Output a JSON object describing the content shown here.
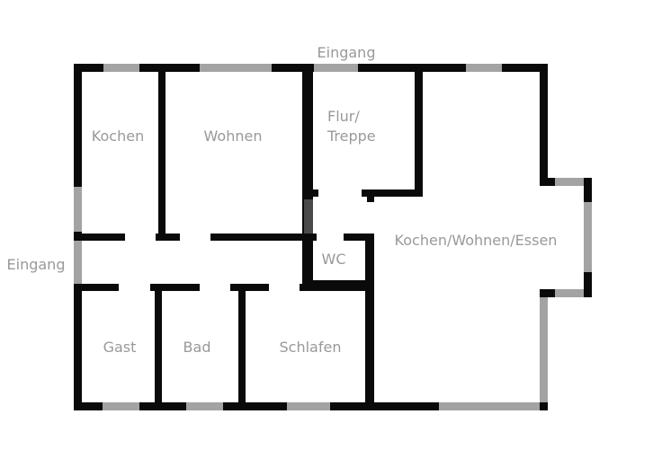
{
  "colors": {
    "wall": "#0a0a0a",
    "window": "#a3a3a3",
    "label": "#999999",
    "background": "#ffffff"
  },
  "entrances": {
    "top": "Eingang",
    "left": "Eingang"
  },
  "rooms": {
    "kochen": "Kochen",
    "wohnen": "Wohnen",
    "flur_line1": "Flur/",
    "flur_line2": "Treppe",
    "wc": "WC",
    "kochen_wohnen_essen": "Kochen/Wohnen/Essen",
    "gast": "Gast",
    "bad": "Bad",
    "schlafen": "Schlafen"
  }
}
